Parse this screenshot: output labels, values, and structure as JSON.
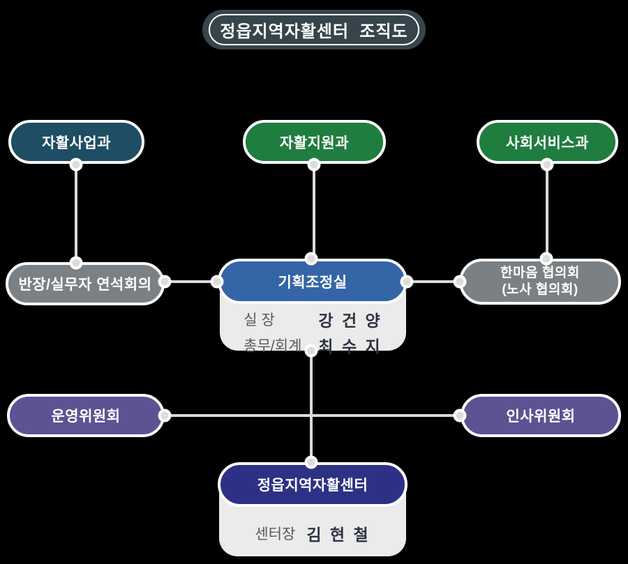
{
  "title": {
    "label": "정읍지역자활센터  조직도"
  },
  "nodes": {
    "jahwal_saeop_gwa": {
      "label": "자활사업과"
    },
    "jahwal_jiwon_gwa": {
      "label": "자활지원과"
    },
    "sahoe_service_gwa": {
      "label": "사회서비스과"
    },
    "banjang_yeonseok": {
      "label": "반장/실무자 연석회의"
    },
    "gihoek_jojeongsil": {
      "label": "기획조정실",
      "staff": [
        {
          "role": "실 장",
          "name": "강 건 양"
        },
        {
          "role": "총무/회계",
          "name": "최 수 지"
        }
      ]
    },
    "hanmaeum": {
      "line1": "한마음 협의회",
      "line2": "(노사 협의회)"
    },
    "unyeong_wiwonhoe": {
      "label": "운영위원회"
    },
    "insa_wiwonhoe": {
      "label": "인사위원회"
    },
    "jeongeup_center": {
      "label": "정읍지역자활센터",
      "staff": [
        {
          "role": "센터장",
          "name": "김 현 철"
        }
      ]
    }
  },
  "colors": {
    "background": "#000000",
    "title_fill": "#36444c",
    "teal": "#1d4e63",
    "green": "#1f7d3f",
    "blue": "#3465a6",
    "gray": "#7b8084",
    "purple": "#5b5392",
    "navy": "#2d3185",
    "panel": "#ebebec",
    "line": "#d9d9d9",
    "role_text": "#56595f",
    "name_text": "#2e3340"
  }
}
